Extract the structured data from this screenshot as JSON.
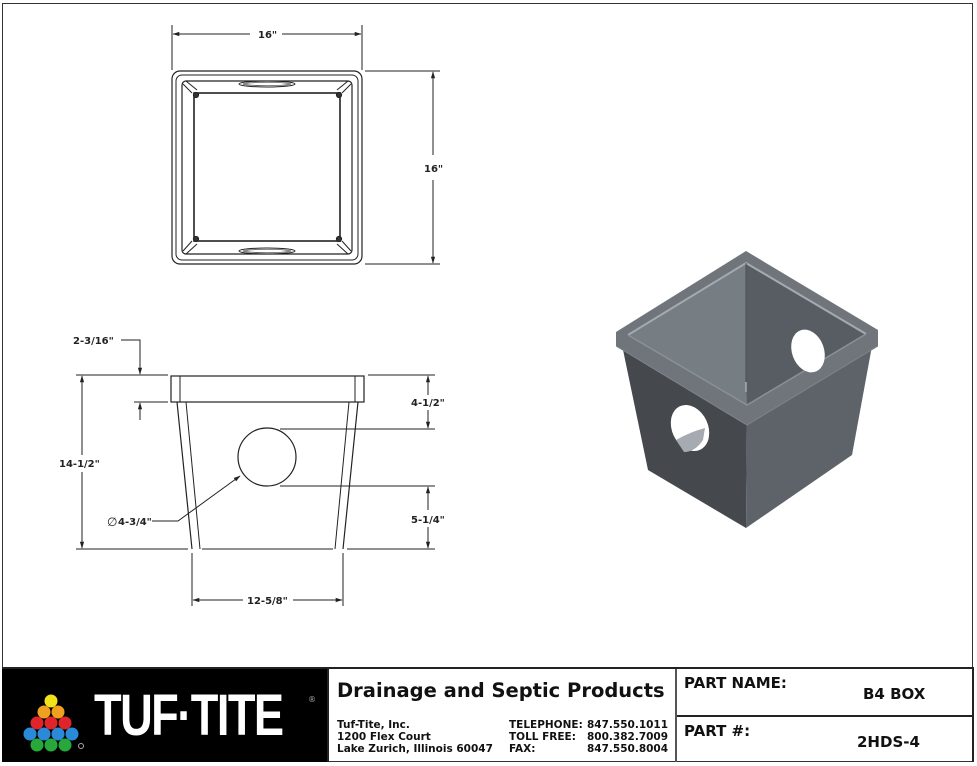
{
  "drawing": {
    "top_view": {
      "width_label": "16\"",
      "height_label": "16\""
    },
    "side_view": {
      "rim_height_label": "2-3/16\"",
      "total_height_label": "14-1/2\"",
      "hole_top_offset_label": "4-1/2\"",
      "hole_bottom_offset_label": "5-1/4\"",
      "hole_diameter_label": "4-3/4\"",
      "diameter_symbol": "∅",
      "bottom_width_label": "12-5/8\""
    },
    "isometric_view": {
      "description": "3D render of gray square drainage box with side holes",
      "colors": {
        "rim_top": "#6f757b",
        "left_face": "#45494e",
        "right_face": "#5e6369",
        "interior": "#737a80"
      }
    }
  },
  "title_block": {
    "logo": {
      "brand": "TUF·TITE",
      "registered_mark": "®",
      "ball_colors": [
        "#f2e21a",
        "#f0a020",
        "#e0252a",
        "#2a8ad8",
        "#26a83a"
      ]
    },
    "tagline": "Drainage and Septic Products",
    "company": {
      "name": "Tuf-Tite, Inc.",
      "street": "1200 Flex Court",
      "city": "Lake Zurich, Illinois 60047"
    },
    "contacts": [
      {
        "label": "TELEPHONE:",
        "value": "847.550.1011"
      },
      {
        "label": "TOLL FREE:",
        "value": "800.382.7009"
      },
      {
        "label": "FAX:",
        "value": "847.550.8004"
      }
    ],
    "part_name_label": "PART NAME:",
    "part_name": "B4 BOX",
    "part_number_label": "PART #:",
    "part_number": "2HDS-4"
  }
}
